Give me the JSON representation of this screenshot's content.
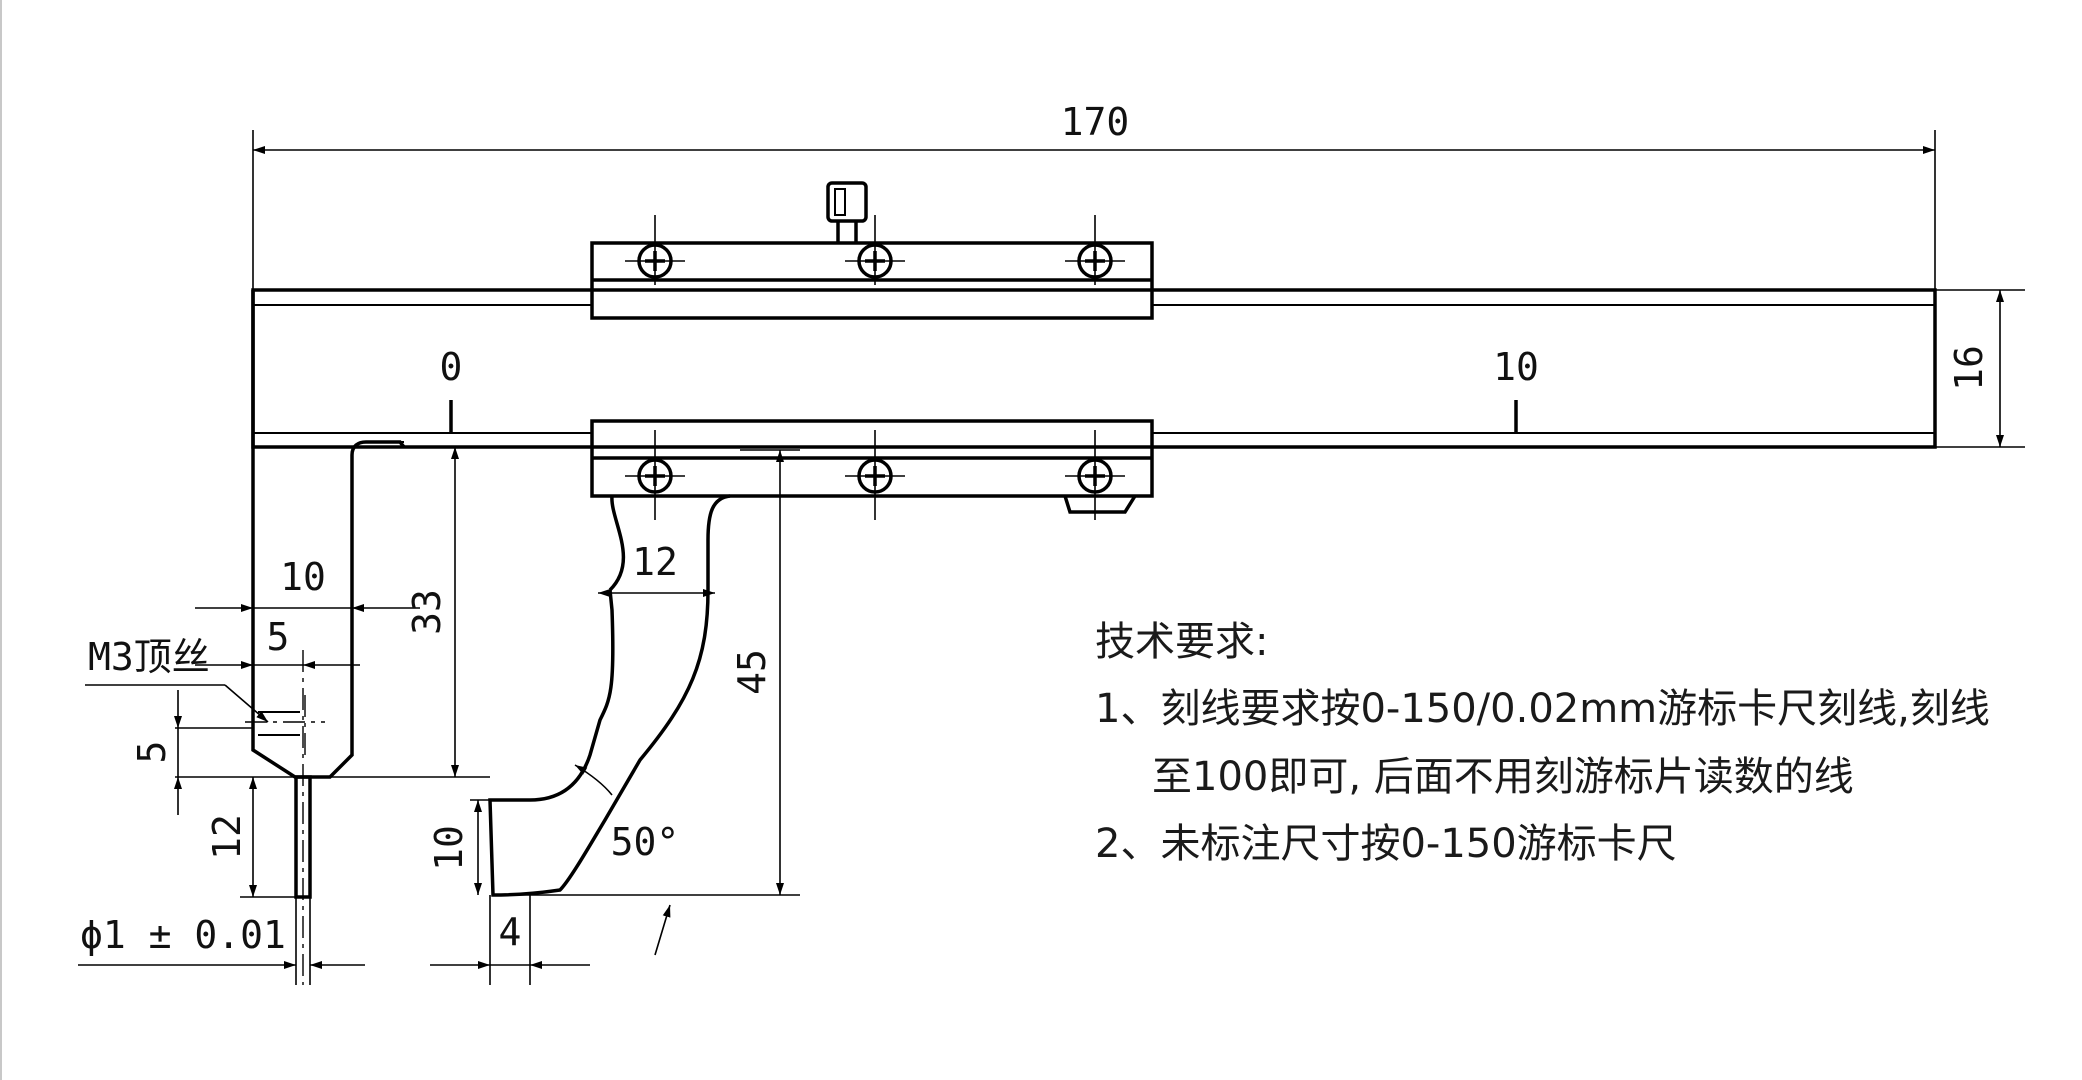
{
  "dimensions": {
    "overall_length": "170",
    "beam_height": "16",
    "jaw_width": "10",
    "jaw_offset": "5",
    "screw_spacing": "5",
    "pin_length": "12",
    "fixed_jaw_depth": "33",
    "slider_jaw_width": "12",
    "slider_jaw_depth": "45",
    "tip_height": "10",
    "tip_width": "4",
    "angle": "50°"
  },
  "labels": {
    "set_screw": "M3顶丝",
    "pin_diameter": "ϕ1 ± 0.01",
    "scale_zero": "0",
    "scale_ten": "10"
  },
  "notes": {
    "title": "技术要求:",
    "line1": "1、刻线要求按0-150/0.02mm游标卡尺刻线,刻线",
    "line2": "至100即可, 后面不用刻游标片读数的线",
    "line3": "2、未标注尺寸按0-150游标卡尺"
  }
}
